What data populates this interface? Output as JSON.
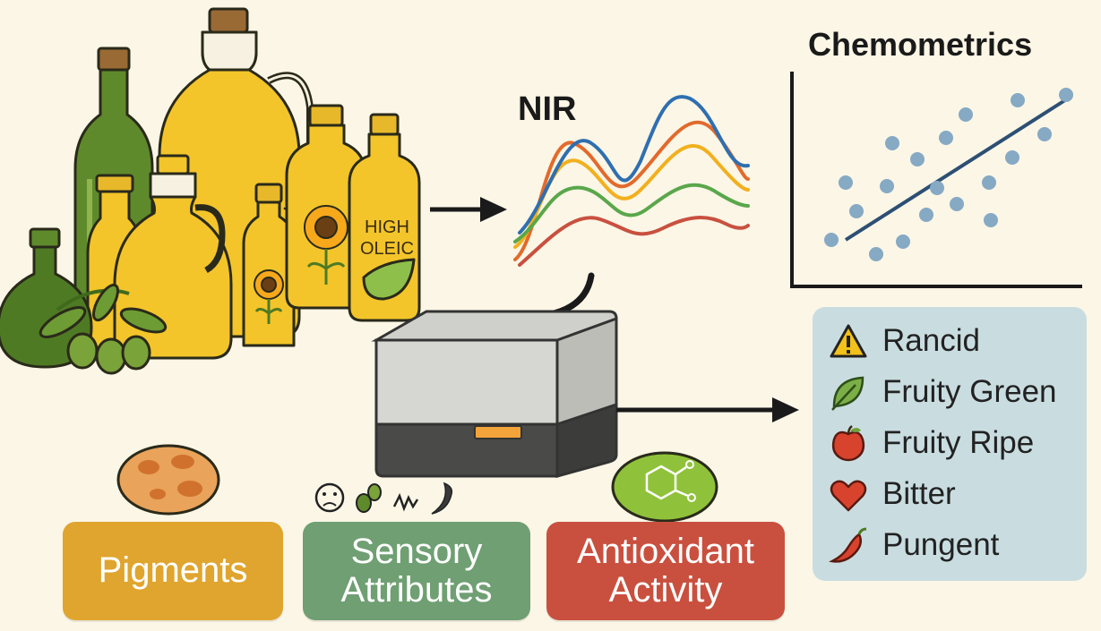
{
  "labels": {
    "nir": "NIR",
    "chemometrics": "Chemometrics",
    "bottle_text_line1": "HIGH",
    "bottle_text_line2": "OLEIC"
  },
  "categories": {
    "pigments": "Pigments",
    "sensory_line1": "Sensory",
    "sensory_line2": "Attributes",
    "antioxidant_line1": "Antioxidant",
    "antioxidant_line2": "Activity"
  },
  "attributes": [
    {
      "label": "Rancid",
      "icon": "warning-icon"
    },
    {
      "label": "Fruity Green",
      "icon": "leaf-icon"
    },
    {
      "label": "Fruity Ripe",
      "icon": "apple-icon"
    },
    {
      "label": "Bitter",
      "icon": "heart-icon"
    },
    {
      "label": "Pungent",
      "icon": "chili-pepper-icon"
    }
  ],
  "colors": {
    "background": "#fbf6e6",
    "pigments": "#e0a52e",
    "sensory": "#6f9f72",
    "antioxidant": "#c9503f",
    "attribute_panel": "#c9dde1",
    "scatter_points": "#86a9c4",
    "olive_green": "#5f8a2c",
    "oil_yellow": "#f3c52a",
    "spectrum_lines": [
      "#e26a2c",
      "#f2b01e",
      "#5aa74b",
      "#2f6fb0"
    ]
  }
}
